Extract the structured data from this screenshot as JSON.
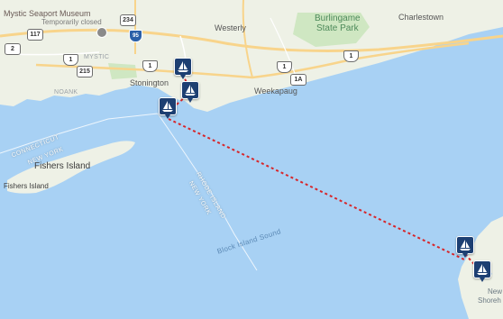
{
  "map": {
    "colors": {
      "water": "#a8d1f4",
      "land": "#eef1e6",
      "park": "#cfe7c2",
      "road": "#f8d48b",
      "route": "#d7262a",
      "marker": "#1d3f72"
    },
    "places": {
      "westerly": "Westerly",
      "stonington": "Stonington",
      "weekapaug": "Weekapaug",
      "charlestown": "Charlestown",
      "noank": "NOANK",
      "mystic": "MYSTIC",
      "new": "New",
      "shoreham": "Shoreh"
    },
    "park": {
      "line1": "Burlingame",
      "line2": "State Park"
    },
    "poi": {
      "name": "Mystic Seaport Museum",
      "status": "Temporarily closed"
    },
    "islands": {
      "fishers_island": "Fishers Island",
      "fishers_island_small": "Fishers Island"
    },
    "water": {
      "block_island_sound": "Block Island Sound"
    },
    "boundaries": {
      "connecticut": "CONNECTICUT",
      "new_york_left": "NEW YORK",
      "rhode_island": "RHODE ISLAND",
      "new_york_right": "NEW YORK"
    },
    "shields": {
      "r117": "117",
      "r234": "234",
      "i95": "95",
      "r1_mystic": "1",
      "r215": "215",
      "r1_stonington": "1",
      "r1_east": "1",
      "r1a": "1A",
      "r1_far_east": "1",
      "r2": "2"
    },
    "markers": [
      {
        "name": "boat-marker-stonington-north",
        "icon": "sailboat-icon"
      },
      {
        "name": "boat-marker-stonington-harbor",
        "icon": "sailboat-icon"
      },
      {
        "name": "boat-marker-stonington-point",
        "icon": "sailboat-icon"
      },
      {
        "name": "boat-marker-block-island-north",
        "icon": "sailboat-icon"
      },
      {
        "name": "boat-marker-block-island-harbor",
        "icon": "sailboat-icon"
      }
    ]
  }
}
